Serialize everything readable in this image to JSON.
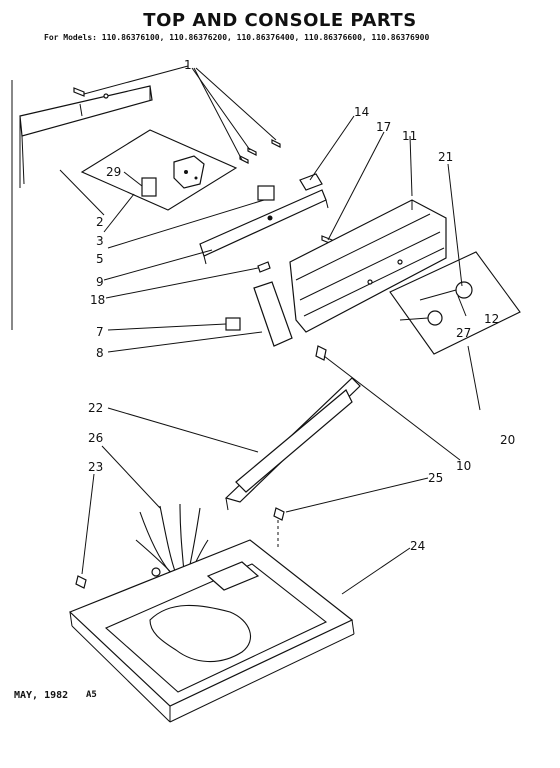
{
  "title": "TOP AND CONSOLE PARTS",
  "models": "For Models: 110.86376100, 110.86376200, 110.86376400, 110.86376600, 110.86376900",
  "footer": {
    "date": "MAY, 1982",
    "code": "A5"
  },
  "callouts": {
    "c1": "1",
    "c2": "2",
    "c3": "3",
    "c5": "5",
    "c7": "7",
    "c8": "8",
    "c9": "9",
    "c10": "10",
    "c11": "11",
    "c12": "12",
    "c14": "14",
    "c17": "17",
    "c18": "18",
    "c20": "20",
    "c21": "21",
    "c22": "22",
    "c23": "23",
    "c24": "24",
    "c25": "25",
    "c26": "26",
    "c27": "27",
    "c29": "29"
  }
}
